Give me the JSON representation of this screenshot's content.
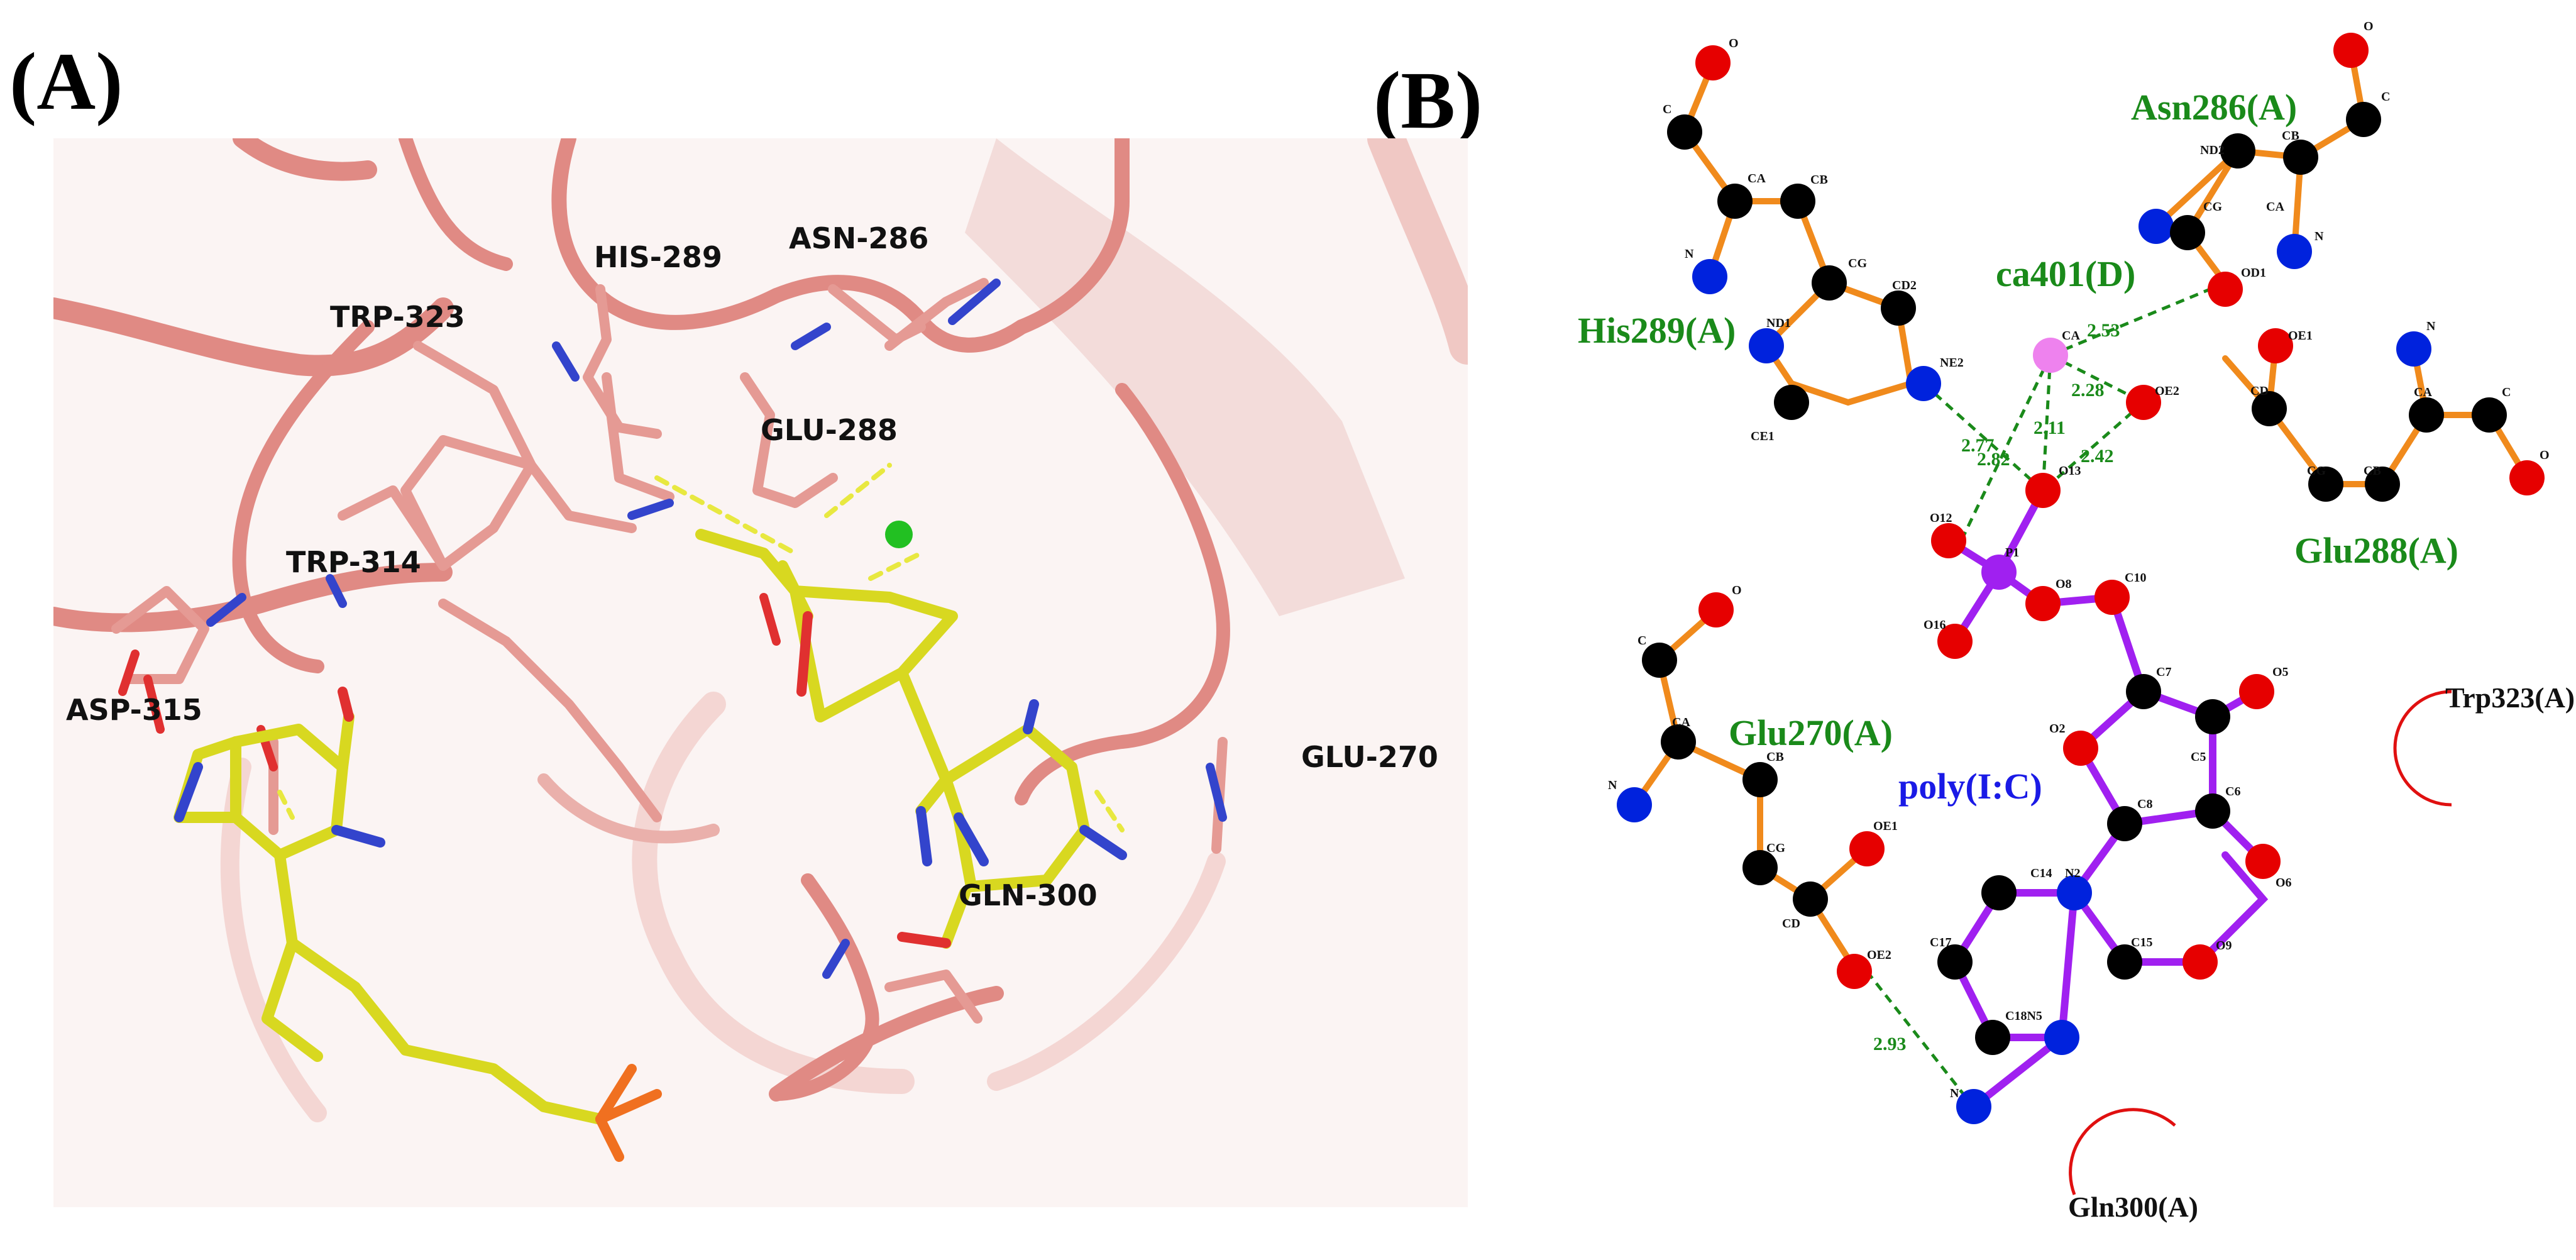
{
  "panelA": {
    "letter": "(A)",
    "residues": {
      "his289": "HIS-289",
      "asn286": "ASN-286",
      "trp323": "TRP-323",
      "glu288": "GLU-288",
      "trp314": "TRP-314",
      "asp315": "ASP-315",
      "glu270": "GLU-270",
      "gln300": "GLN-300"
    }
  },
  "panelB": {
    "letter": "(B)",
    "residues": {
      "asn286": "Asn286(A)",
      "his289": "His289(A)",
      "ca401": "ca401(D)",
      "glu288": "Glu288(A)",
      "glu270": "Glu270(A)",
      "polyic": "poly(I:C)",
      "trp323": "Trp323(A)",
      "gln300": "Gln300(A)"
    },
    "atoms": {
      "his_o": "O",
      "his_c": "C",
      "his_ca": "CA",
      "his_cb": "CB",
      "his_n": "N",
      "his_cg": "CG",
      "his_cd2": "CD2",
      "his_nd1": "ND1",
      "his_ne2": "NE2",
      "his_ce1": "CE1",
      "asn_o": "O",
      "asn_c": "C",
      "asn_cb": "CB",
      "asn_nd2": "ND2",
      "asn_cg": "CG",
      "asn_ca": "CA",
      "asn_n": "N",
      "asn_od1": "OD1",
      "ca": "CA",
      "glu288_oe1": "OE1",
      "glu288_n": "N",
      "glu288_oe2": "OE2",
      "glu288_cd": "CD",
      "glu288_ca": "CA",
      "glu288_c": "C",
      "glu288_cg": "CG",
      "glu288_cb": "CB",
      "glu288_o": "O",
      "lig_o13": "O13",
      "lig_o12": "O12",
      "lig_p": "P1",
      "lig_o8": "O8",
      "lig_c10": "C10",
      "lig_o16": "O16",
      "lig_c7": "C7",
      "lig_o5": "O5",
      "lig_o2": "O2",
      "lig_c5": "C5",
      "lig_c8": "C8",
      "lig_c6": "C6",
      "lig_o6": "O6",
      "lig_c14": "C14",
      "lig_n2": "N2",
      "lig_c17": "C17",
      "lig_c15": "C15",
      "lig_o9": "O9",
      "lig_c18n5": "C18N5",
      "lig_n": "N",
      "glu270_c": "C",
      "glu270_o": "O",
      "glu270_ca": "CA",
      "glu270_cb": "CB",
      "glu270_n": "N",
      "glu270_cg": "CG",
      "glu270_oe1": "OE1",
      "glu270_cd": "CD",
      "glu270_oe2": "OE2"
    },
    "distances": {
      "d1": "2.53",
      "d2": "2.28",
      "d3": "2.11",
      "d4": "2.42",
      "d5": "2.77",
      "d6": "2.82",
      "d7": "2.93"
    },
    "colors": {
      "carbon": "#000000",
      "oxygen": "#e60000",
      "nitrogen": "#0022dd",
      "phosphorus": "#a020d0",
      "calcium": "#ee82ee",
      "residue_bond": "#f08a1c",
      "ligand_bond": "#a020f0",
      "hbond": "#1a8a1a"
    }
  }
}
